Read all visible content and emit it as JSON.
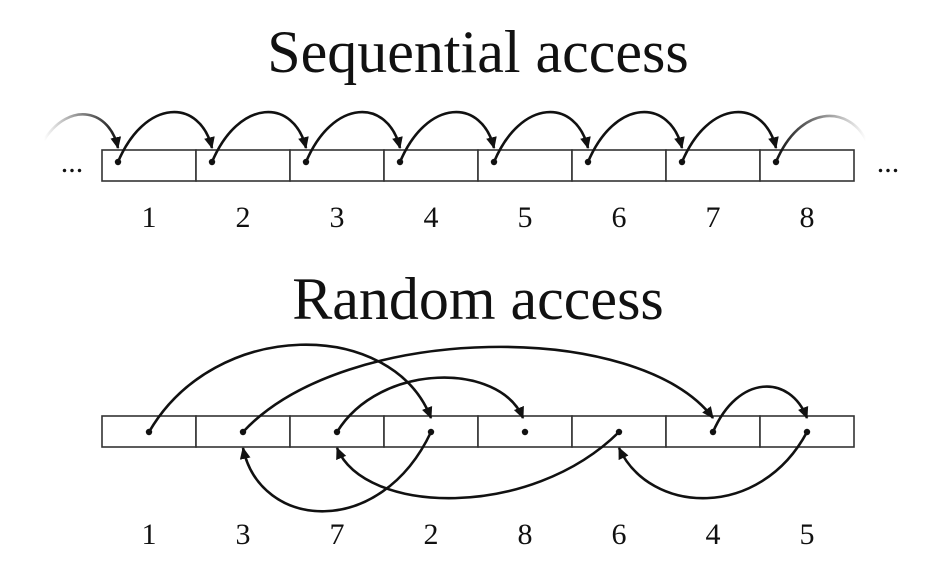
{
  "sequential": {
    "title": "Sequential access",
    "ellipsis_left": "...",
    "ellipsis_right": "...",
    "labels": [
      "1",
      "2",
      "3",
      "4",
      "5",
      "6",
      "7",
      "8"
    ]
  },
  "random": {
    "title": "Random access",
    "labels": [
      "1",
      "3",
      "7",
      "2",
      "8",
      "6",
      "4",
      "5"
    ]
  },
  "colors": {
    "ink": "#111111",
    "cell_border": "#333333",
    "background": "#ffffff"
  }
}
